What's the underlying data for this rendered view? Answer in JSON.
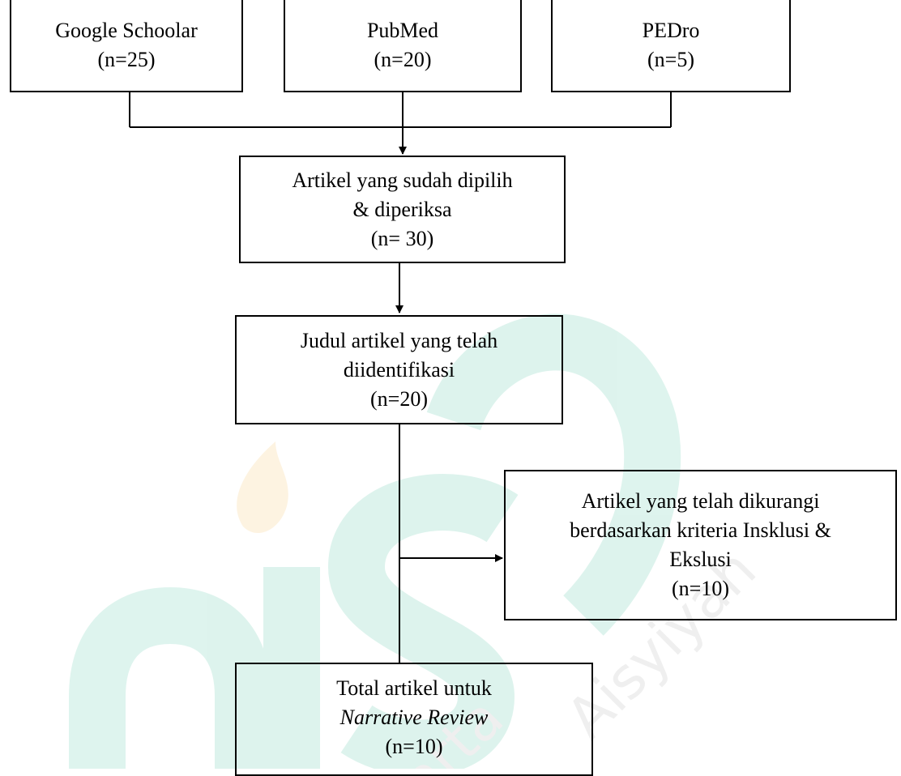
{
  "diagram": {
    "sources": [
      {
        "name": "Google Schoolar",
        "count": "(n=25)"
      },
      {
        "name": "PubMed",
        "count": "(n=20)"
      },
      {
        "name": "PEDro",
        "count": "(n=5)"
      }
    ],
    "screened": {
      "line1": "Artikel yang sudah dipilih",
      "line2": "& diperiksa",
      "count": "(n= 30)"
    },
    "identified": {
      "line1": "Judul artikel yang telah",
      "line2": "diidentifikasi",
      "count": "(n=20)"
    },
    "excluded": {
      "line1": "Artikel yang telah dikurangi",
      "line2": "berdasarkan kriteria Insklusi &",
      "line3": "Ekslusi",
      "count": "(n=10)"
    },
    "total": {
      "line1": "Total artikel untuk",
      "line2": "Narrative Review",
      "count": "(n=10)"
    }
  },
  "watermark": {
    "text": "Aisyiyah",
    "text2": "arta",
    "green": "#00a878",
    "orange": "#f5a623"
  }
}
